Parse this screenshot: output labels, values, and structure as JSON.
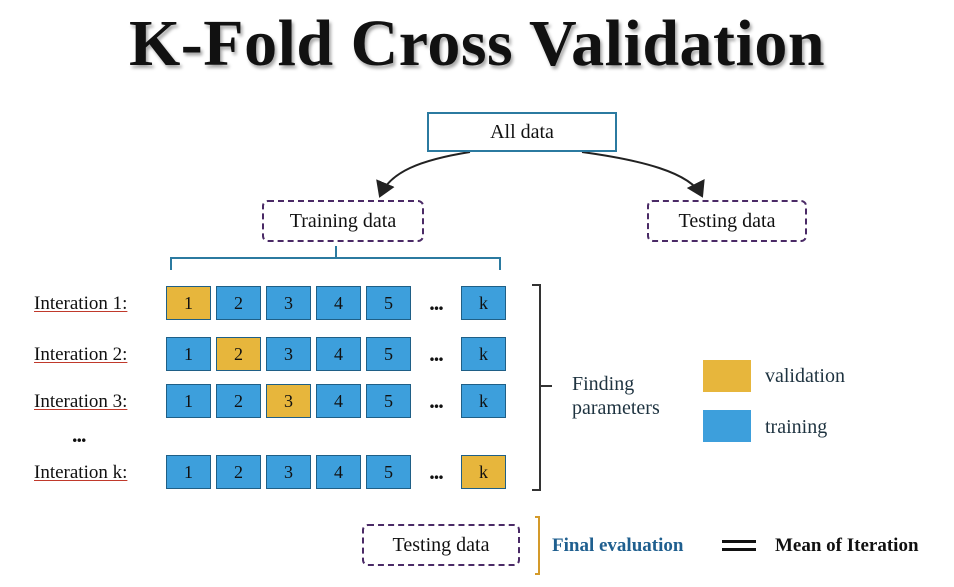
{
  "title": "K-Fold Cross Validation",
  "nodes": {
    "all_data": "All data",
    "training_data": "Training data",
    "testing_data": "Testing data",
    "testing_data_bottom": "Testing data"
  },
  "colors": {
    "validation": "#e7b63c",
    "training": "#3d9fdc",
    "box_border": "#2b7aa0",
    "dashed_border": "#4a2a66",
    "final_text": "#1f5f8f"
  },
  "iterations": [
    {
      "label": "Interation 1:",
      "validation_index": 0
    },
    {
      "label": "Interation 2:",
      "validation_index": 1
    },
    {
      "label": "Interation 3:",
      "validation_index": 2
    },
    {
      "label": "Interation k:",
      "validation_index": 6
    }
  ],
  "iteration_gap": "...",
  "fold_labels": [
    "1",
    "2",
    "3",
    "4",
    "5",
    "k"
  ],
  "fold_ellipsis": "...",
  "finding_parameters": "Finding parameters",
  "legend": {
    "validation": "validation",
    "training": "training"
  },
  "final_evaluation": "Final evaluation",
  "mean_of_iteration": "Mean of Iteration"
}
